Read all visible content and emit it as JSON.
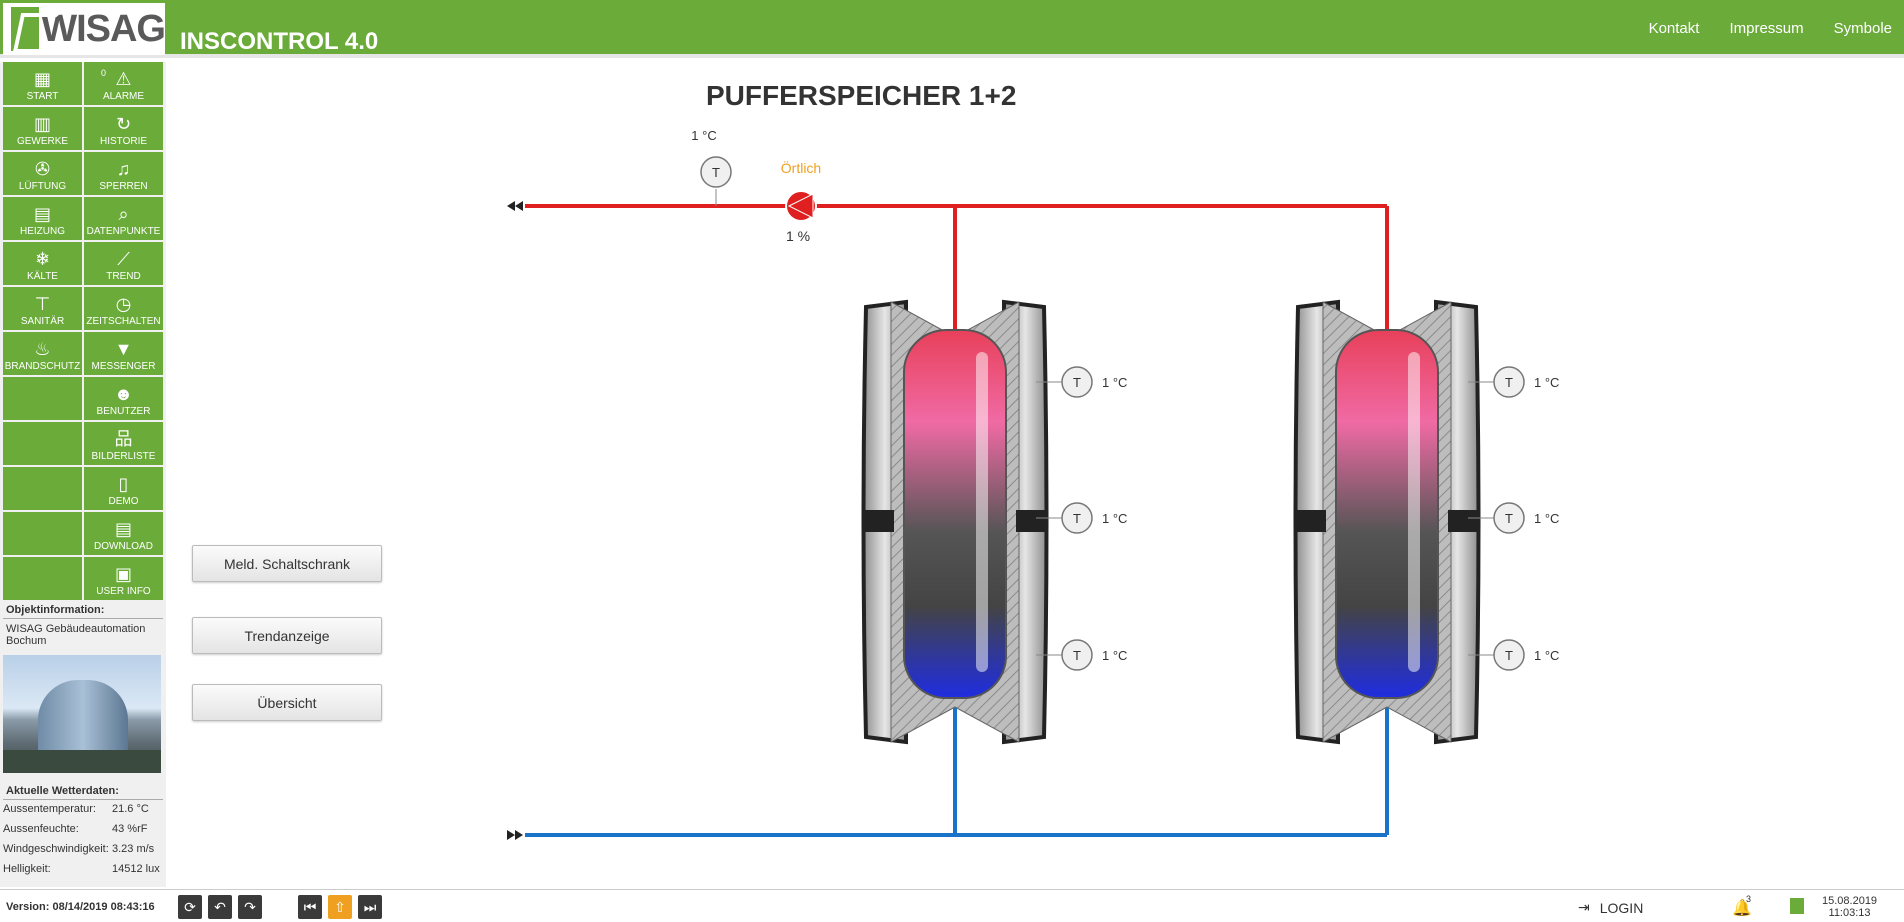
{
  "header": {
    "logo_text": "WISAG",
    "app_title": "INSCONTROL 4.0",
    "links": [
      "Kontakt",
      "Impressum",
      "Symbole"
    ],
    "brand_color": "#6aab3a"
  },
  "nav": {
    "left": [
      {
        "label": "START",
        "icon": "grid-icon"
      },
      {
        "label": "GEWERKE",
        "icon": "building-icon"
      },
      {
        "label": "LÜFTUNG",
        "icon": "fan-icon"
      },
      {
        "label": "HEIZUNG",
        "icon": "radiator-icon"
      },
      {
        "label": "KÄLTE",
        "icon": "snowflake-icon"
      },
      {
        "label": "SANITÄR",
        "icon": "faucet-icon"
      },
      {
        "label": "BRANDSCHUTZ",
        "icon": "fire-icon"
      }
    ],
    "right": [
      {
        "label": "ALARME",
        "icon": "alarm-icon",
        "badge": "0"
      },
      {
        "label": "HISTORIE",
        "icon": "history-icon"
      },
      {
        "label": "SPERREN",
        "icon": "bell-off-icon"
      },
      {
        "label": "DATENPUNKTE",
        "icon": "search-chart-icon"
      },
      {
        "label": "TREND",
        "icon": "trend-icon"
      },
      {
        "label": "ZEITSCHALTEN",
        "icon": "clock-icon"
      },
      {
        "label": "MESSENGER",
        "icon": "chat-icon"
      },
      {
        "label": "BENUTZER",
        "icon": "users-icon"
      },
      {
        "label": "BILDERLISTE",
        "icon": "sitemap-icon"
      },
      {
        "label": "DEMO",
        "icon": "door-icon"
      },
      {
        "label": "DOWNLOAD",
        "icon": "download-icon"
      },
      {
        "label": "USER INFO",
        "icon": "id-card-icon"
      }
    ]
  },
  "object_info": {
    "title": "Objektinformation:",
    "text": "WISAG Gebäudeautomation Bochum"
  },
  "weather": {
    "title": "Aktuelle Wetterdaten:",
    "rows": [
      {
        "label": "Aussentemperatur:",
        "value": "21.6 °C"
      },
      {
        "label": "Aussenfeuchte:",
        "value": "43 %rF"
      },
      {
        "label": "Windgeschwindigkeit:",
        "value": "3.23 m/s"
      },
      {
        "label": "Helligkeit:",
        "value": "14512 lux"
      }
    ]
  },
  "main": {
    "title": "PUFFERSPEICHER 1+2",
    "buttons": [
      "Meld. Schaltschrank",
      "Trendanzeige",
      "Übersicht"
    ],
    "supply_temp": "1 °C",
    "sensor_label": "T",
    "pump_mode": "Örtlich",
    "pump_value": "1 %",
    "tank1_temps": [
      "1 °C",
      "1 °C",
      "1 °C"
    ],
    "tank2_temps": [
      "1 °C",
      "1 °C",
      "1 °C"
    ],
    "colors": {
      "supply": "#e02020",
      "return": "#1a73c8",
      "mode": "#f0a020"
    }
  },
  "footer": {
    "version": "Version: 08/14/2019 08:43:16",
    "login": "LOGIN",
    "alarm_count": "3",
    "date": "15.08.2019",
    "time": "11:03:13"
  }
}
